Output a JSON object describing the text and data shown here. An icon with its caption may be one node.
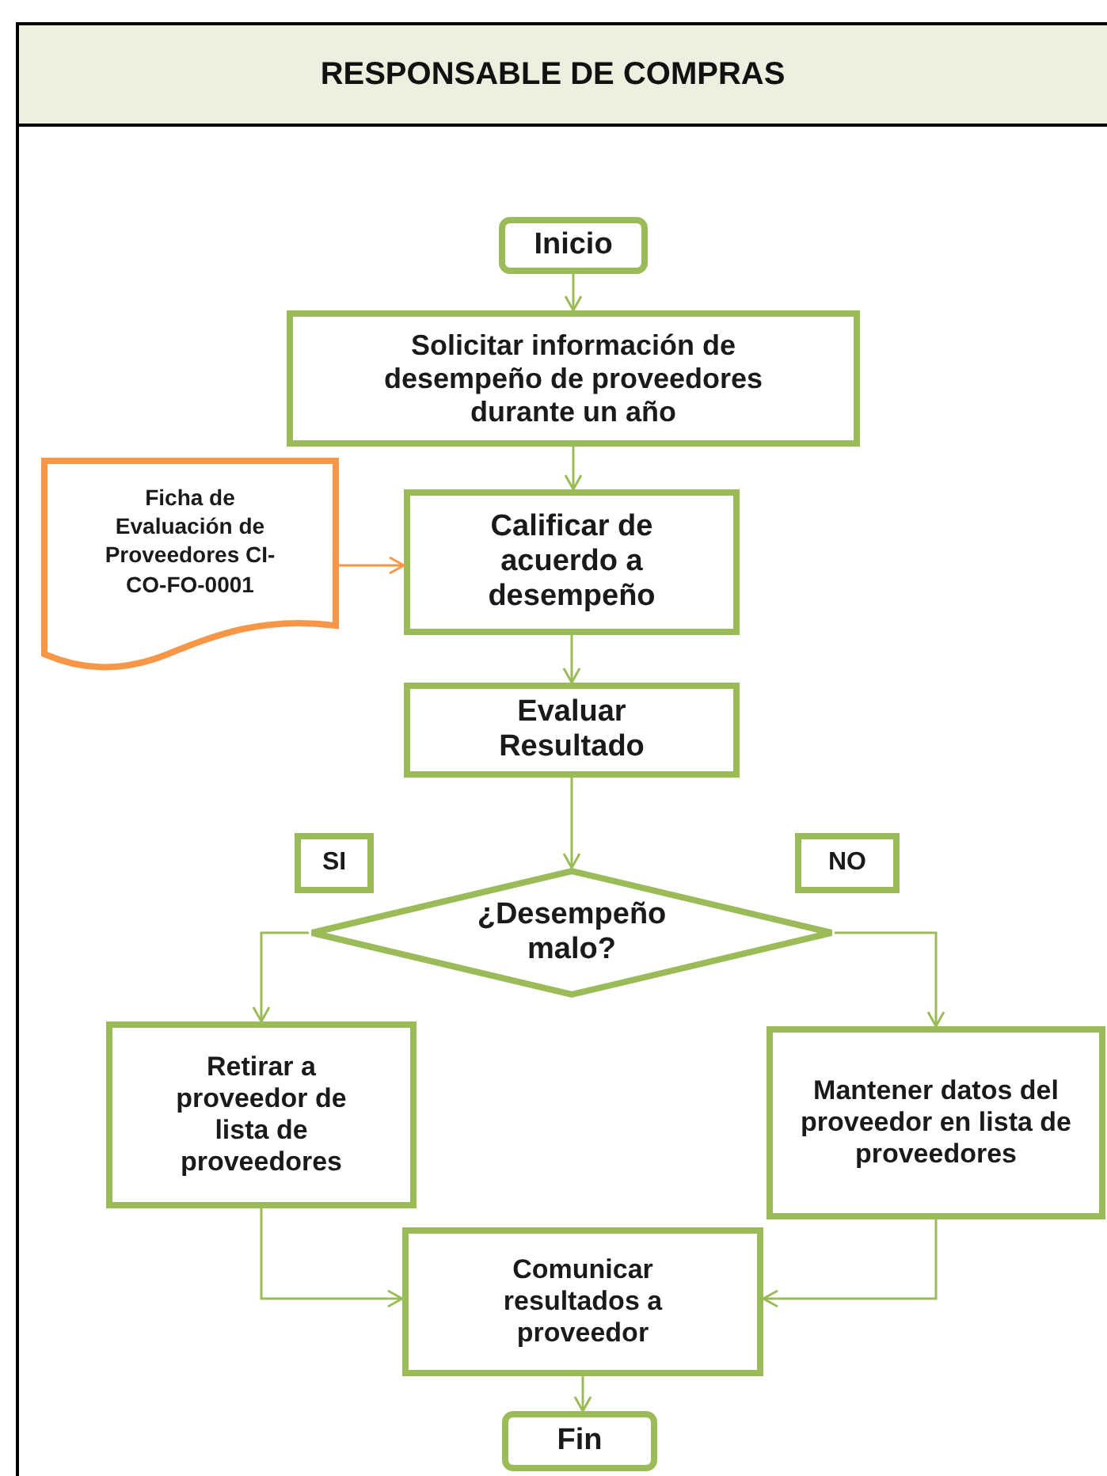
{
  "diagram": {
    "title": "RESPONSABLE DE COMPRAS",
    "nodes": [
      {
        "text": [
          "Inicio"
        ]
      },
      {
        "text": [
          "Solicitar información de desempeño de proveedores durante un año"
        ]
      },
      {
        "text": [
          "Ficha de Evaluación de Proveedores CI-CO-FO-0001"
        ]
      },
      {
        "text": [
          "Calificar de acuerdo a desempeño"
        ]
      },
      {
        "text": [
          "Evaluar Resultado"
        ]
      },
      {
        "text": [
          "SI"
        ]
      },
      {
        "text": [
          "NO"
        ]
      },
      {
        "text": [
          "¿Desempeño malo?"
        ]
      },
      {
        "text": [
          "Retirar a proveedor de lista de proveedores"
        ]
      },
      {
        "text": [
          "Mantener datos del proveedor en lista de proveedores"
        ]
      },
      {
        "text": [
          "Comunicar resultados a proveedor"
        ]
      },
      {
        "text": [
          "Fin"
        ]
      }
    ],
    "edges": [
      {
        "from": 0,
        "to": 1,
        "arrow": "to"
      },
      {
        "from": 1,
        "to": 3,
        "arrow": "to"
      },
      {
        "from": 2,
        "to": 3,
        "arrow": "to",
        "color": "#f79646"
      },
      {
        "from": 3,
        "to": 4,
        "arrow": "to"
      },
      {
        "from": 4,
        "to": 7,
        "arrow": "to"
      },
      {
        "from": 7,
        "to": 8,
        "arrow": "to"
      },
      {
        "from": 7,
        "to": 9,
        "arrow": "to"
      },
      {
        "from": 8,
        "to": 10,
        "arrow": "to"
      },
      {
        "from": 9,
        "to": 10,
        "arrow": "to"
      },
      {
        "from": 10,
        "to": 11,
        "arrow": "to"
      }
    ]
  }
}
